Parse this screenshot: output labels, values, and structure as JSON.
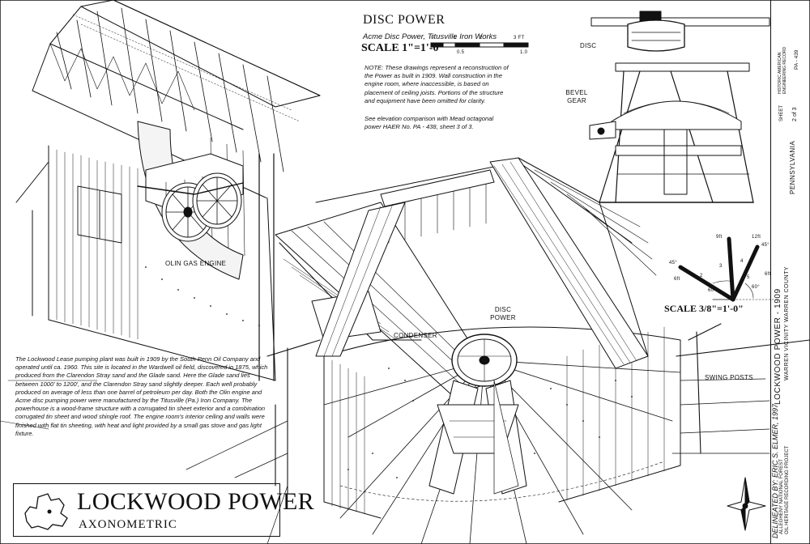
{
  "header": {
    "title": "DISC POWER",
    "subtitle": "Acme Disc Power, Titusville Iron Works",
    "scale": "SCALE 1\"=1'-0\"",
    "scale_bar_marks": [
      "0",
      "0.5",
      "1",
      "2",
      "3 FT",
      "1.0"
    ]
  },
  "note": {
    "text": "NOTE: These drawings represent a reconstruction of the Power as built in 1909. Wall construction in the engine room, where inaccessible, is based on placement of ceiling joists. Portions of the structure and equipment have been omitted for clarity.",
    "see": "See elevation comparison with Mead octagonal power HAER No. PA - 438, sheet 3 of 3."
  },
  "labels": {
    "disc": "DISC",
    "bevel_gear": "BEVEL GEAR",
    "olin_gas_engine": "OLIN GAS ENGINE",
    "condenser": "CONDENSER",
    "disc_power": "DISC POWER",
    "swing_posts": "SWING POSTS"
  },
  "angles": [
    "45°",
    "60°",
    "60°",
    "45°",
    "9ft",
    "12ft",
    "6ft",
    "6ft",
    "2",
    "3",
    "4",
    "5"
  ],
  "description": "The Lockwood Lease pumping plant was built in 1909 by the South Penn Oil Company and operated until ca. 1960. This site is located in the Wardwell oil field, discovered in 1875, which produced from the Clarendon Stray sand and the Glade sand. Here the Glade sand lies between 1000' to 1200', and the Clarendon Stray sand slightly deeper. Each well probably produced on average of less than one barrel of petroleum per day. Both the Olin engine and Acme disc pumping power were manufactured by the Titusville (Pa.) Iron Company. The powerhouse is a wood-frame structure with a corrugated tin sheet exterior and a combination corrugated tin sheet and wood shingle roof. The engine room's interior ceiling and walls were finished with flat tin sheeting, with heat and light provided by a small gas stove and gas light fixture.",
  "title_block": {
    "main_title": "LOCKWOOD POWER",
    "sub_title": "AXONOMETRIC",
    "scale_small": "SCALE 3/8\"=1'-0\"",
    "project": "LOCKWOOD POWER - 1909",
    "location": "WARREN VICINITY   WARREN COUNTY",
    "state": "PENNSYLVANIA",
    "sheet_label": "SHEET",
    "sheet_of": "2 of 3",
    "agency_1": "HISTORIC AMERICAN",
    "agency_2": "ENGINEERING RECORD",
    "haer_no": "PA - 439",
    "credit": "DELINEATED BY: ERIC S. ELMER, 1997",
    "forest_1": "ALLEGHENY NATIONAL FOREST",
    "forest_2": "OIL HERITAGE RECORDING PROJECT"
  },
  "colors": {
    "ink": "#111111",
    "paper": "#ffffff"
  }
}
